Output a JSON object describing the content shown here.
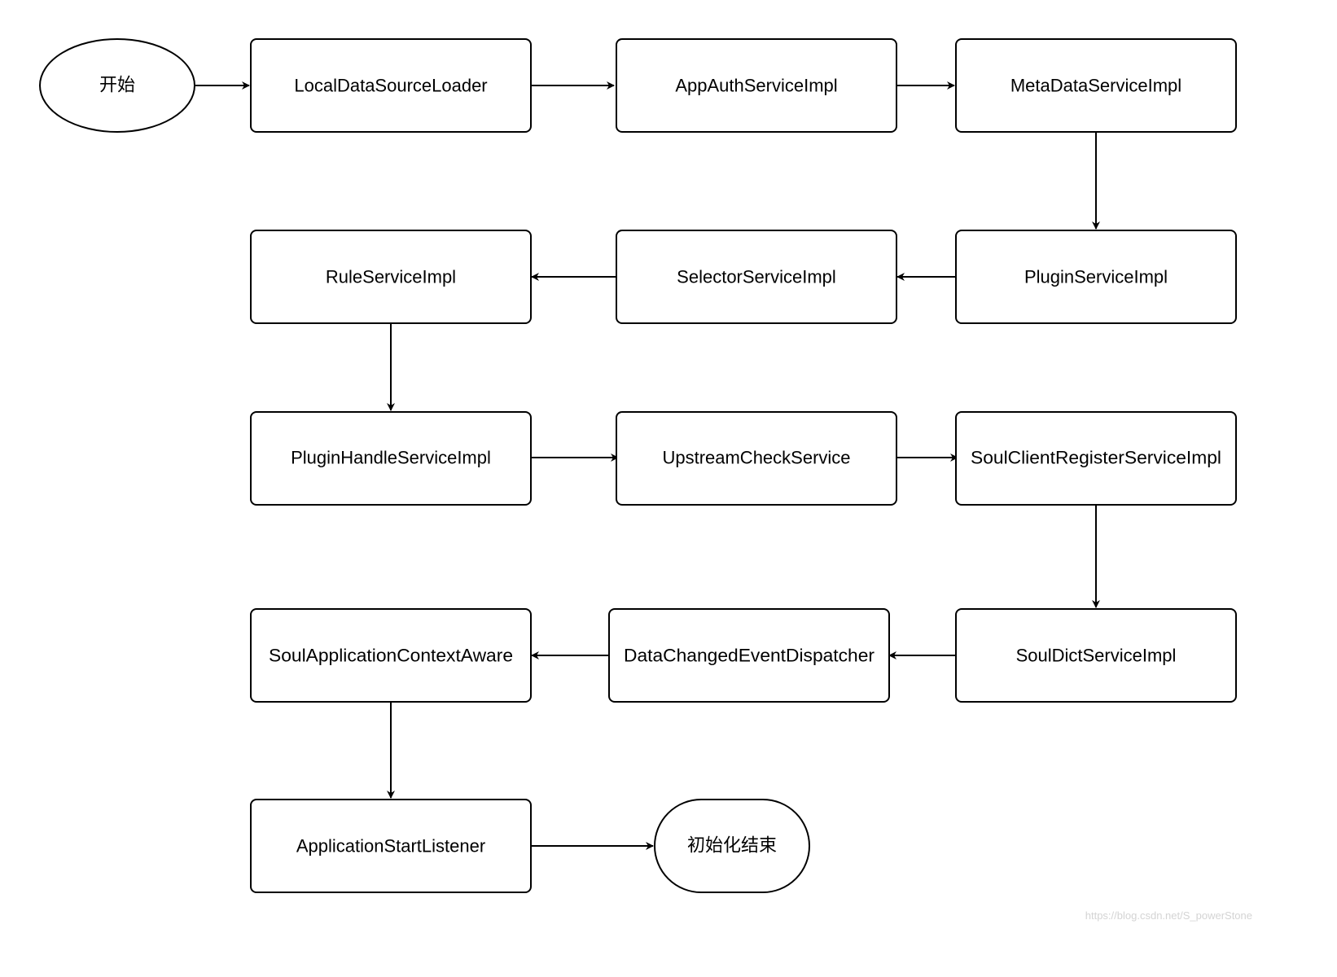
{
  "diagram": {
    "nodes": {
      "start": "开始",
      "n1": "LocalDataSourceLoader",
      "n2": "AppAuthServiceImpl",
      "n3": "MetaDataServiceImpl",
      "n4": "PluginServiceImpl",
      "n5": "SelectorServiceImpl",
      "n6": "RuleServiceImpl",
      "n7": "PluginHandleServiceImpl",
      "n8": "UpstreamCheckService",
      "n9": "SoulClientRegisterServiceImpl",
      "n10": "SoulDictServiceImpl",
      "n11": "DataChangedEventDispatcher",
      "n12": "SoulApplicationContextAware",
      "n13": "ApplicationStartListener",
      "end": "初始化结束"
    }
  },
  "watermark": "https://blog.csdn.net/S_powerStone"
}
